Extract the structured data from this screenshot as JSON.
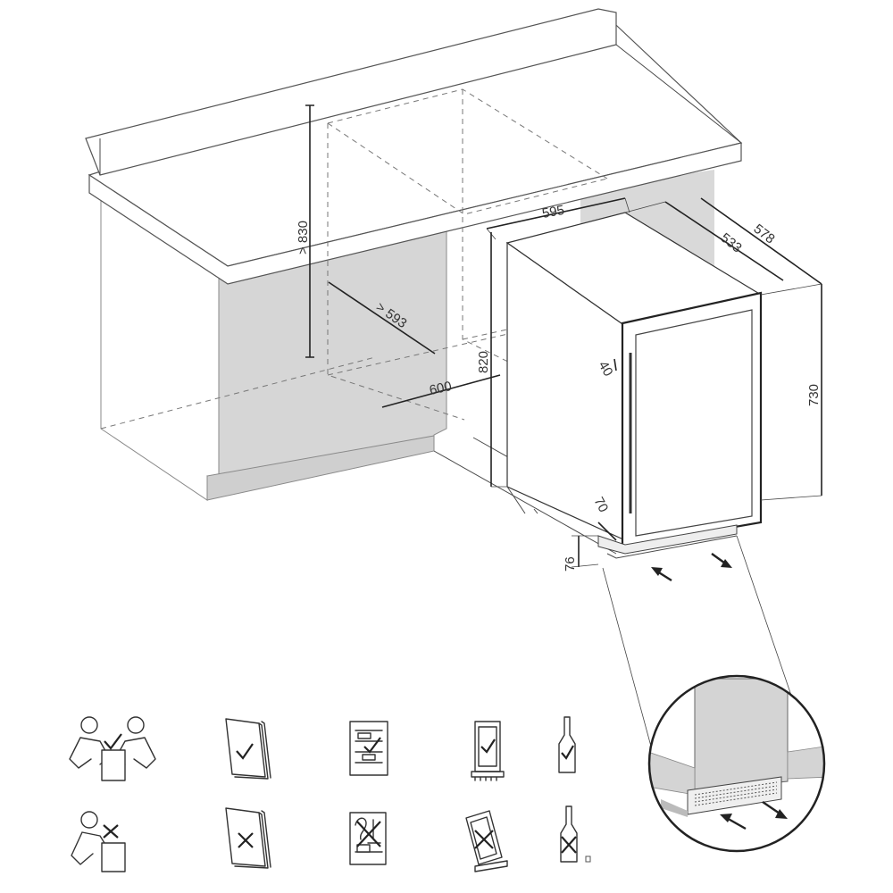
{
  "dimensions": {
    "height_min_cavity": "> 830",
    "depth_min_cavity": "> 593",
    "width_cavity": "600",
    "appliance_width": "595",
    "appliance_depth_with_door": "578",
    "appliance_depth": "533",
    "appliance_height_total": "820",
    "appliance_height_body": "730",
    "door_offset": "40",
    "plinth_gap": "70",
    "plinth_height": "76"
  },
  "icons": [
    {
      "id": "two-person-lift",
      "status": "ok"
    },
    {
      "id": "manual",
      "status": "ok"
    },
    {
      "id": "shelf-loading",
      "status": "ok"
    },
    {
      "id": "upright-transport",
      "status": "ok"
    },
    {
      "id": "bottle",
      "status": "ok"
    },
    {
      "id": "one-person-lift",
      "status": "not-ok"
    },
    {
      "id": "manual",
      "status": "not-ok"
    },
    {
      "id": "shelf-loading",
      "status": "not-ok"
    },
    {
      "id": "tilted-transport",
      "status": "not-ok"
    },
    {
      "id": "bottle",
      "status": "not-ok"
    }
  ],
  "colors": {
    "panel_gray": "#d4d4d4",
    "line": "#444444",
    "background": "#ffffff"
  }
}
